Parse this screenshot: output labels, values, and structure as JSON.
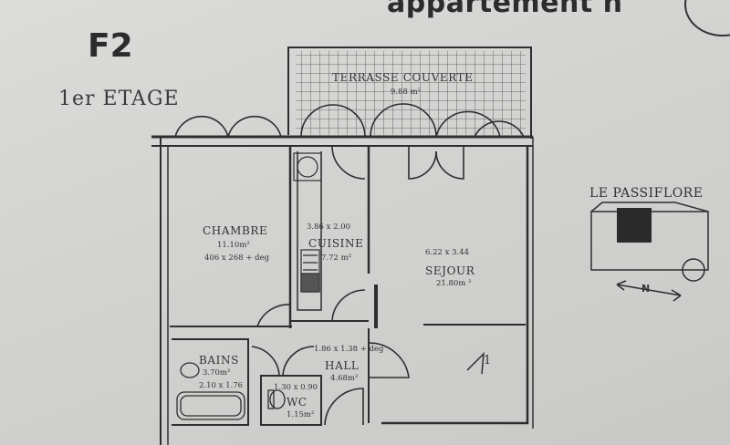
{
  "header": {
    "title": "appartement n",
    "apartment_type": "F2",
    "floor": "1er ETAGE"
  },
  "residence": {
    "name": "LE PASSIFLORE",
    "compass": "N"
  },
  "rooms": {
    "terrasse": {
      "name": "TERRASSE COUVERTE",
      "area": "9.88 m²"
    },
    "chambre": {
      "name": "CHAMBRE",
      "area": "11.10m²",
      "dims": "406 x 268 + deg"
    },
    "cuisine": {
      "name": "CUISINE",
      "area": "7.72 m²",
      "dims": "3.86 x 2.00"
    },
    "sejour": {
      "name": "SEJOUR",
      "area": "21.80m ²",
      "dims": "6.22 x 3.44"
    },
    "bains": {
      "name": "BAINS",
      "area": "3.70m²",
      "dims": "2.10 x 1.76"
    },
    "hall": {
      "name": "HALL",
      "area": "4.68m²",
      "dims": "1.86 x 1.38 + deg"
    },
    "wc": {
      "name": "WC",
      "area": "1.15m²",
      "dims": "1.30 x 0.90"
    }
  },
  "entry_mark": "1"
}
